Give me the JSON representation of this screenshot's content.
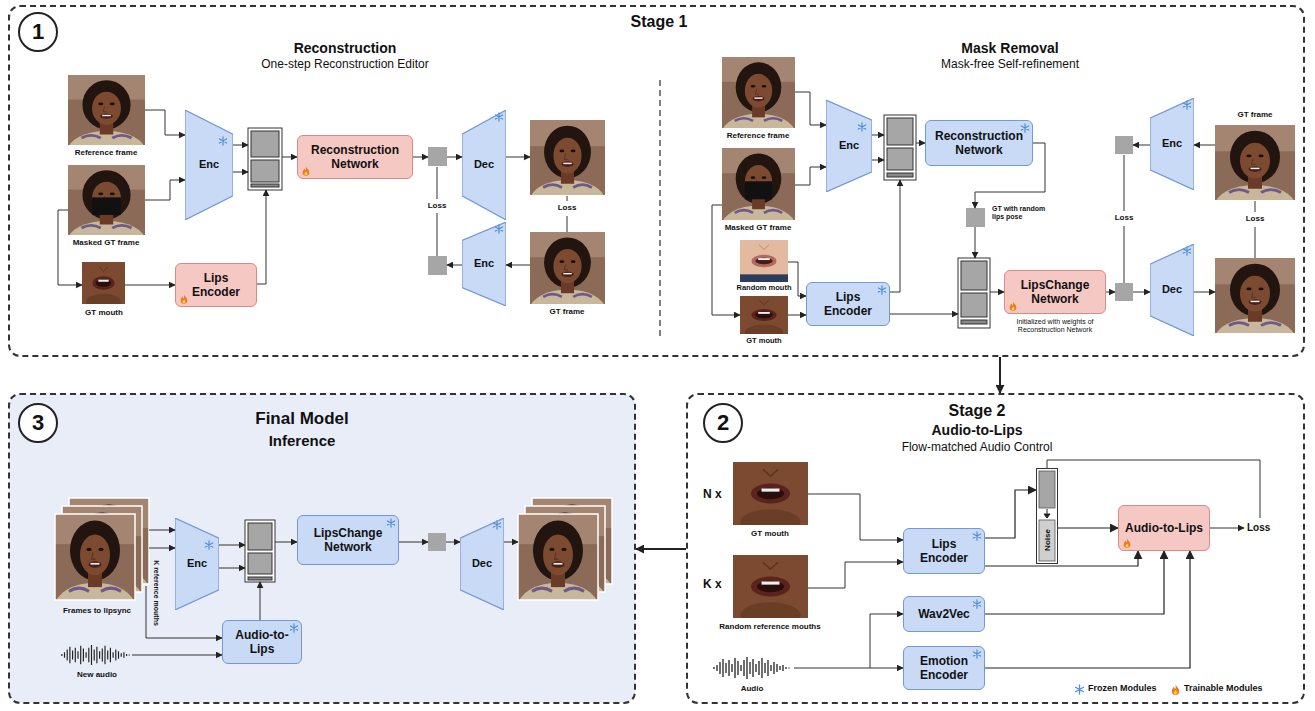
{
  "diagram": {
    "nodes": [
      {
        "text": [
          "Stage 1"
        ]
      },
      {
        "text": [
          "1"
        ],
        "in": 0
      },
      {
        "text": [
          "Enc"
        ],
        "in": 0
      },
      {
        "text": [
          "Reconstruction Network"
        ],
        "in": 0
      },
      {
        "text": [
          "Dec"
        ],
        "in": 0
      },
      {
        "text": [
          "Enc"
        ],
        "in": 0
      },
      {
        "text": [
          "Lips Encoder"
        ],
        "in": 0
      },
      {
        "text": [
          "Enc"
        ],
        "in": 0
      },
      {
        "text": [
          "Reconstruction Network"
        ],
        "in": 0
      },
      {
        "text": [
          "Lips Encoder"
        ],
        "in": 0
      },
      {
        "text": [
          "LipsChange Network"
        ],
        "in": 0
      },
      {
        "text": [
          "Enc"
        ],
        "in": 0
      },
      {
        "text": [
          "Dec"
        ],
        "in": 0
      },
      {
        "text": [
          "Final Model",
          "Inference"
        ]
      },
      {
        "text": [
          "3"
        ],
        "in": 13
      },
      {
        "text": [
          "Enc"
        ],
        "in": 13
      },
      {
        "text": [
          "LipsChange Network"
        ],
        "in": 13
      },
      {
        "text": [
          "Dec"
        ],
        "in": 13
      },
      {
        "text": [
          "Audio-to-Lips"
        ],
        "in": 13
      },
      {
        "text": [
          "Stage 2",
          "Audio-to-Lips",
          "Flow-matched Audio Control"
        ]
      },
      {
        "text": [
          "2"
        ],
        "in": 19
      },
      {
        "text": [
          "Lips Encoder"
        ],
        "in": 19
      },
      {
        "text": [
          "Wav2Vec"
        ],
        "in": 19
      },
      {
        "text": [
          "Emotion Encoder"
        ],
        "in": 19
      },
      {
        "text": [
          "Noise"
        ],
        "in": 19
      },
      {
        "text": [
          "Audio-to-Lips"
        ],
        "in": 19
      }
    ],
    "edges": [
      {
        "from": 0,
        "to": 19,
        "arrow": "to"
      },
      {
        "from": 19,
        "to": 13,
        "arrow": "to"
      },
      {
        "from": 21,
        "to": 24,
        "arrow": "to"
      },
      {
        "from": 21,
        "to": 25,
        "arrow": "to"
      },
      {
        "from": 22,
        "to": 25,
        "arrow": "to"
      },
      {
        "from": 23,
        "to": 25,
        "arrow": "to"
      },
      {
        "from": 24,
        "to": 25,
        "arrow": "to"
      }
    ],
    "labels": [
      "Reconstruction",
      "One-step Reconstruction Editor",
      "Reference frame",
      "Masked GT frame",
      "GT mouth",
      "Loss",
      "Loss",
      "GT frame",
      "Mask Removal",
      "Mask-free Self-refinement",
      "Reference frame",
      "Masked GT frame",
      "Random mouth",
      "GT mouth",
      "GT with random lips pose",
      "Initialized with weights of Reconstruction Network",
      "GT frame",
      "Loss",
      "Loss",
      "Frames to lipsync",
      "K reference mouths",
      "New audio",
      "N x",
      "GT mouth",
      "K x",
      "Random reference mouths",
      "Audio",
      "Loss"
    ],
    "legend": [
      {
        "text": "Frozen Modules"
      },
      {
        "text": "Trainable Modules"
      }
    ]
  }
}
